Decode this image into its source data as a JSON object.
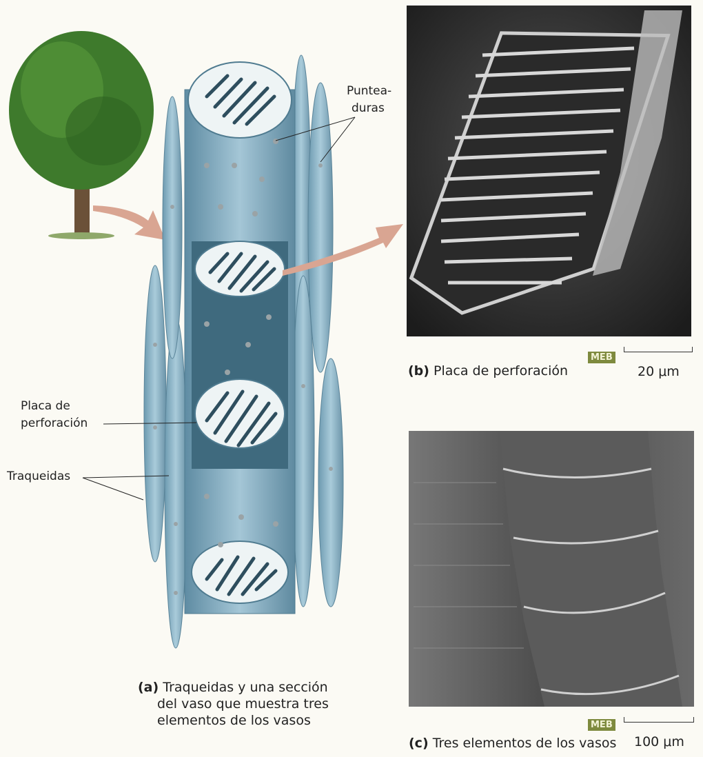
{
  "labels": {
    "punteaduras_1": "Puntea-",
    "punteaduras_2": "duras",
    "placa_1": "Placa de",
    "placa_2": "perforación",
    "traqueidas": "Traqueidas"
  },
  "captions": {
    "a_letter": "(a)",
    "a_line1": "Traqueidas y una sección",
    "a_line2": "del vaso que muestra tres",
    "a_line3": "elementos de los vasos",
    "b_letter": "(b)",
    "b_text": "Placa de perforación",
    "c_letter": "(c)",
    "c_text": "Tres elementos de los vasos"
  },
  "micrographs": {
    "b": {
      "badge": "MEB",
      "scale": "20 μm"
    },
    "c": {
      "badge": "MEB",
      "scale": "100 μm"
    }
  },
  "colors": {
    "vessel": "#7fa9bd",
    "arrow": "#d9a592",
    "tree": "#3e7a2c",
    "badge": "#7e8a3e"
  }
}
